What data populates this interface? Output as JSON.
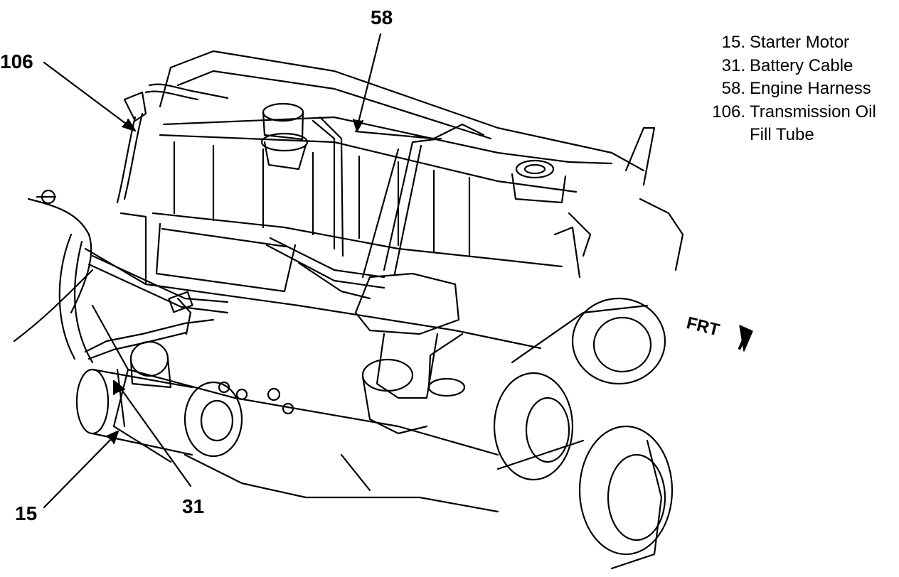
{
  "callouts": {
    "c58": "58",
    "c106": "106",
    "c15": "15",
    "c31": "31"
  },
  "legend": [
    {
      "num": "15.",
      "text": "Starter Motor"
    },
    {
      "num": "31.",
      "text": "Battery Cable"
    },
    {
      "num": "58.",
      "text": "Engine Harness"
    },
    {
      "num": "106.",
      "text": "Transmission Oil",
      "text2": "Fill Tube"
    }
  ],
  "direction": {
    "label": "FRT",
    "arrow_icon": "front-arrow-icon"
  },
  "colors": {
    "ink": "#000000",
    "paper": "#ffffff"
  }
}
